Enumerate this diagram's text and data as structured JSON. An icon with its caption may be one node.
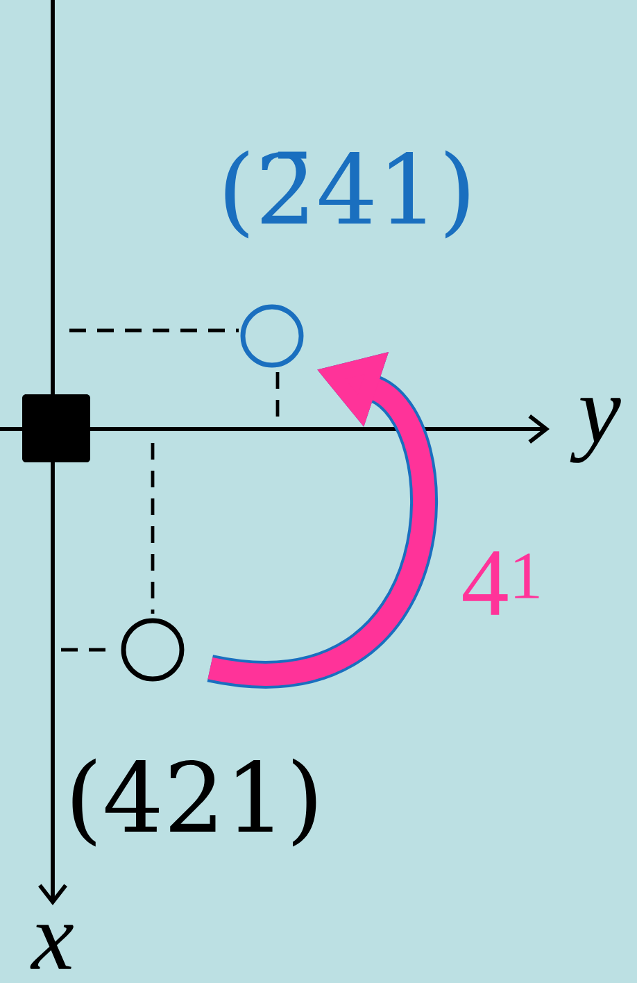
{
  "diagram": {
    "nodes": [
      {
        "text": [],
        "shape": "circle"
      },
      {
        "text": [],
        "shape": "circle"
      }
    ],
    "edges": [
      {
        "from": 1,
        "to": 0,
        "arrow": "to",
        "label": "4$^{1}$"
      }
    ],
    "labels": [
      "(2̄41)",
      "y",
      "(421)",
      "x"
    ]
  }
}
